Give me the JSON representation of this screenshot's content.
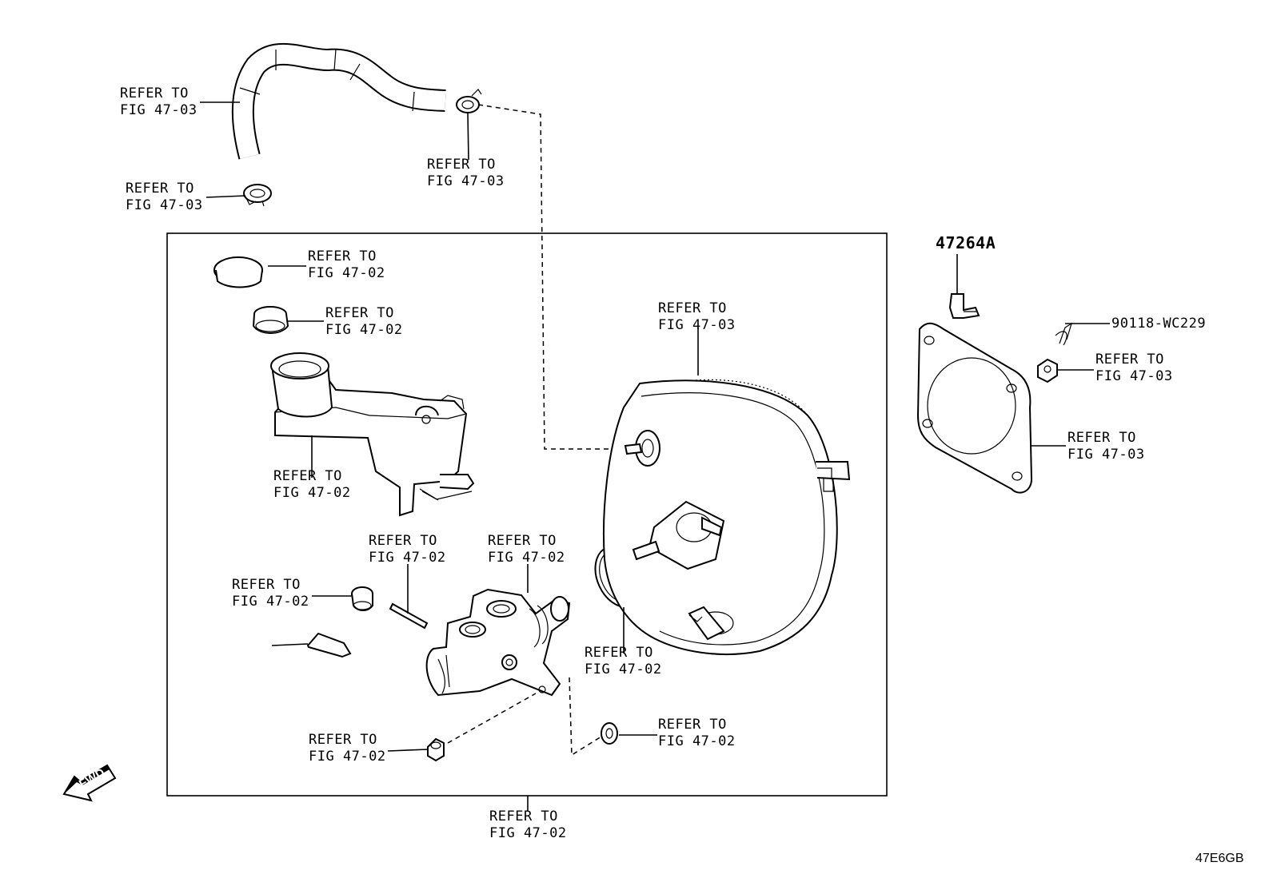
{
  "diagram": {
    "callouts": [
      {
        "id": "hose-ref",
        "lines": [
          "REFER TO",
          "FIG 47-03"
        ]
      },
      {
        "id": "clamp-left-ref",
        "lines": [
          "REFER TO",
          "FIG 47-03"
        ]
      },
      {
        "id": "clamp-right-ref",
        "lines": [
          "REFER TO",
          "FIG 47-03"
        ]
      },
      {
        "id": "cap-ref",
        "lines": [
          "REFER TO",
          "FIG 47-02"
        ]
      },
      {
        "id": "strainer-ref",
        "lines": [
          "REFER TO",
          "FIG 47-02"
        ]
      },
      {
        "id": "reservoir-ref",
        "lines": [
          "REFER TO",
          "FIG 47-02"
        ]
      },
      {
        "id": "booster-ref",
        "lines": [
          "REFER TO",
          "FIG 47-03"
        ]
      },
      {
        "id": "pin-ref",
        "lines": [
          "REFER TO",
          "FIG 47-02"
        ]
      },
      {
        "id": "cylinder-ref",
        "lines": [
          "REFER TO",
          "FIG 47-02"
        ]
      },
      {
        "id": "grommet-ref",
        "lines": [
          "REFER TO",
          "FIG 47-02"
        ]
      },
      {
        "id": "oring-ref",
        "lines": [
          "REFER TO",
          "FIG 47-02"
        ]
      },
      {
        "id": "nut-ref",
        "lines": [
          "REFER TO",
          "FIG 47-02"
        ]
      },
      {
        "id": "seal-ref",
        "lines": [
          "REFER TO",
          "FIG 47-02"
        ]
      },
      {
        "id": "assembly-ref",
        "lines": [
          "REFER TO",
          "FIG 47-02"
        ]
      },
      {
        "id": "nut-right-ref",
        "lines": [
          "REFER TO",
          "FIG 47-03"
        ]
      },
      {
        "id": "gasket-ref",
        "lines": [
          "REFER TO",
          "FIG 47-03"
        ]
      }
    ],
    "part_numbers": {
      "clevis_pin": "47264A",
      "clip": "90118-WC229"
    },
    "fwd_label": "FWD",
    "figure_code": "47E6GB"
  }
}
